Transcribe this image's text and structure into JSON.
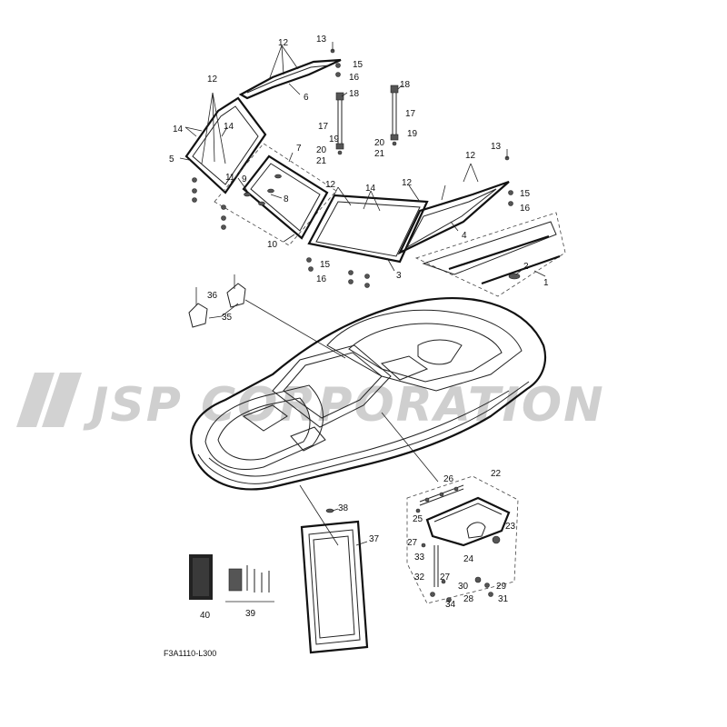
{
  "watermark": {
    "text": "JSP CORPORATION"
  },
  "drawing_code": "F3A1110-L300",
  "callouts": [
    "1",
    "2",
    "3",
    "4",
    "5",
    "6",
    "7",
    "8",
    "9",
    "10",
    "11",
    "12",
    "13",
    "14",
    "15",
    "16",
    "17",
    "18",
    "19",
    "20",
    "21",
    "22",
    "23",
    "24",
    "25",
    "26",
    "27",
    "28",
    "29",
    "30",
    "31",
    "32",
    "33",
    "34",
    "35",
    "36",
    "37",
    "38",
    "39",
    "40"
  ]
}
